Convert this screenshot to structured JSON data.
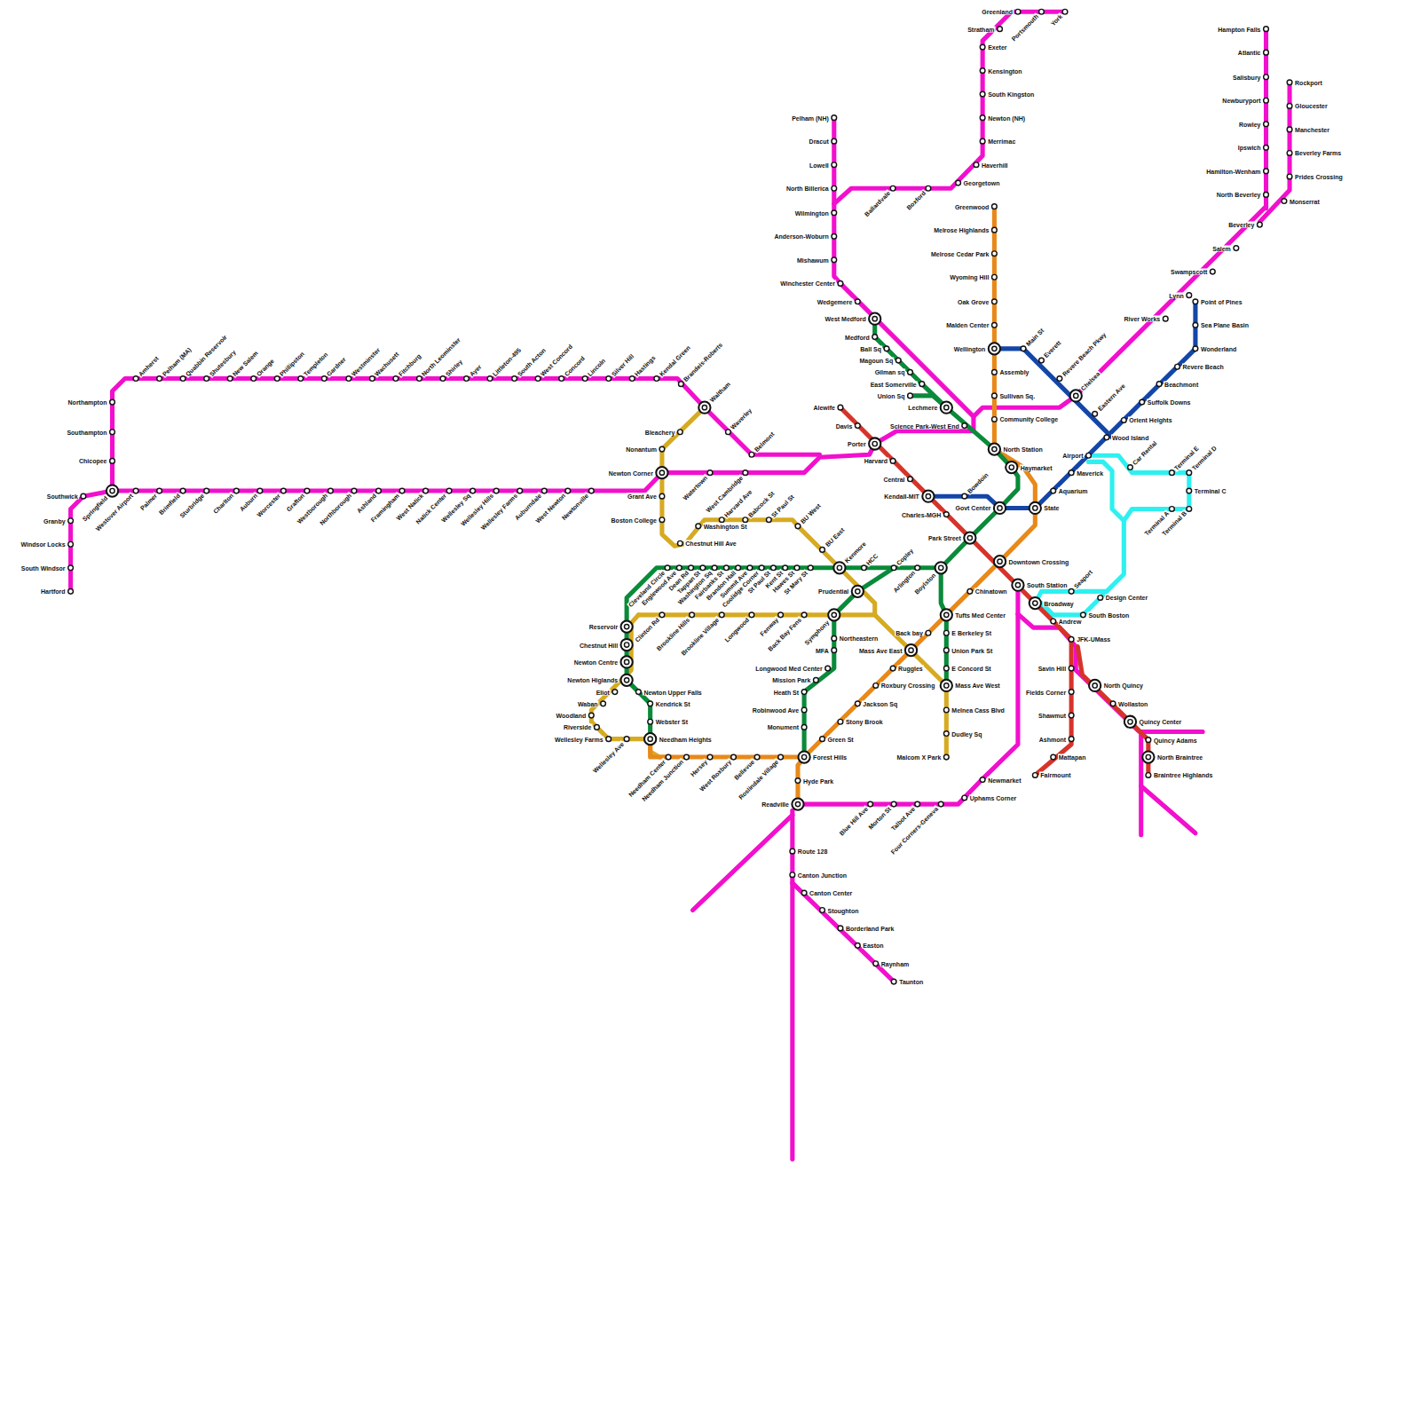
{
  "diagram": {
    "labels": [
      "Hartford",
      "South Windsor",
      "Windsor Locks",
      "Granby",
      "Southwick",
      "Northampton",
      "Southampton",
      "Chicopee",
      "Springfield",
      "Amherst",
      "Pelham (MA)",
      "Quabbin Reservoir",
      "Shutesbury",
      "New Salem",
      "Orange",
      "Phillipston",
      "Templeton",
      "Gardner",
      "Westminster",
      "Wachusett",
      "Fitchburg",
      "North Leominster",
      "Shirley",
      "Ayer",
      "Littleton-495",
      "South Acton",
      "West Concord",
      "Concord",
      "Lincoln",
      "Silver Hill",
      "Hastings",
      "Kendal Green",
      "Brandeis-Roberts",
      "Westover Airport",
      "Palmer",
      "Brimfield",
      "Sturbridge",
      "Charlton",
      "Auburn",
      "Worcester",
      "Grafton",
      "Westborough",
      "Northborough",
      "Ashland",
      "Framingham",
      "West Natick",
      "Natick Center",
      "Wellesley Sq",
      "Wellesley Hills",
      "Wellesley Farms",
      "Auburndale",
      "West Newton",
      "Newtonville",
      "Waltham",
      "Waverley",
      "Belmont",
      "Bleachery",
      "Nonantum",
      "Newton Corner",
      "Grant Ave",
      "Boston College",
      "Chestnut Hill Ave",
      "Watertown",
      "West Cambridge",
      "Washington St",
      "Harvard Ave",
      "Babcock St",
      "St Paul St",
      "BU West",
      "BU East",
      "Kenmore",
      "HCC",
      "Copley",
      "Arlington",
      "Boylston",
      "Cleveland Circle",
      "Englewood Ave",
      "Dean Rd",
      "Tappan St",
      "Washington Sq",
      "Fairbanks St",
      "Brandon Hall",
      "Summit Ave",
      "Coolidge Corner",
      "St Paul St",
      "Kent St",
      "Hawes St",
      "St Mary St",
      "Prudential",
      "Clinton Rd",
      "Brookline Hills",
      "Brookline Village",
      "Longwood",
      "Fenway",
      "Back Bay Fens",
      "Symphony",
      "Northeastern",
      "MFA",
      "Longwood Med Center",
      "Mission Park",
      "Heath St",
      "Robinwood Ave",
      "Monument",
      "Reservoir",
      "Chestnut Hill",
      "Newton Centre",
      "Newton Higlands",
      "Eliot",
      "Waban",
      "Woodland",
      "Riverside",
      "Wellesley Farms",
      "Wellesley Ave",
      "Newton Upper Falls",
      "Kendrick St",
      "Webster St",
      "Needham Heights",
      "Needham Center",
      "Needham Junction",
      "Hersey",
      "West Roxbury",
      "Bellevue",
      "Roslindale Village",
      "Forest Hills",
      "Hyde Park",
      "Readville",
      "Route 128",
      "Canton Junction",
      "Canton Center",
      "Stoughton",
      "Borderland Park",
      "Easton",
      "Raynham",
      "Taunton",
      "Blue Hill Ave",
      "Morton St",
      "Talbot Ave",
      "Four Corners-Geneva",
      "Uphams Corner",
      "Newmarket",
      "Green St",
      "Stony Brook",
      "Jackson Sq",
      "Roxbury Crossing",
      "Ruggles",
      "Mass Ave East",
      "Back bay",
      "Chinatown",
      "Tufts Med Center",
      "E Berkeley St",
      "Union Park St",
      "E Concord St",
      "Mass Ave West",
      "Melnea Cass Blvd",
      "Dudley Sq",
      "Malcom X Park",
      "Pelham (NH)",
      "Dracut",
      "Lowell",
      "North Billerica",
      "Wilmington",
      "Anderson-Woburn",
      "Mishawum",
      "Winchester Center",
      "Wedgemere",
      "West Medford",
      "Medford",
      "Ball Sq",
      "Magoun Sq",
      "Gilman sq",
      "East Somerville",
      "Union Sq",
      "Lechmere",
      "Science Park-West End",
      "Ballardvale",
      "Boxford",
      "Georgetown",
      "Haverhill",
      "Merrimac",
      "Newton (NH)",
      "South Kingston",
      "Kensington",
      "Exeter",
      "Stratham",
      "Greenland",
      "Portsmouth",
      "York",
      "Alewife",
      "Davis",
      "Porter",
      "Harvard",
      "Central",
      "Kendall-MIT",
      "Charles-MGH",
      "Park Street",
      "Bowdoin",
      "Govt Center",
      "State",
      "Downtown Crossing",
      "South Station",
      "Broadway",
      "Andrew",
      "JFK-UMass",
      "Savin Hill",
      "Fields Corner",
      "Shawmut",
      "Ashmont",
      "Mattapan",
      "Fairmount",
      "North Quincy",
      "Wollaston",
      "Quincy Center",
      "Quincy Adams",
      "North Braintree",
      "Braintree Highlands",
      "Greenwood",
      "Melrose Highlands",
      "Melrose Cedar Park",
      "Wyoming Hill",
      "Oak Grove",
      "Malden Center",
      "Wellington",
      "Assembly",
      "Sullivan Sq.",
      "Community College",
      "North Station",
      "Haymarket",
      "Main St",
      "Everett",
      "Revere Beach Pkwy",
      "Chelsea",
      "Eastern Ave",
      "Wood Island",
      "Orient Heights",
      "Suffolk Downs",
      "Beachmont",
      "Revere Beach",
      "Wonderland",
      "Sea Plane Basin",
      "Point of Pines",
      "Aquarium",
      "Maverick",
      "Airport",
      "Car Rental",
      "Terminal E",
      "Terminal D",
      "Terminal C",
      "Terminal A",
      "Terminal B",
      "Seaport",
      "Design Center",
      "South Boston",
      "River Works",
      "Lynn",
      "Swampscott",
      "Salem",
      "Beverley",
      "Monserrat",
      "Hampton Falls",
      "Atlantic",
      "Salisbury",
      "Newburyport",
      "Rowley",
      "Ipswich",
      "Hamilton-Wenham",
      "North Beverley",
      "Rockport",
      "Gloucester",
      "Manchester",
      "Beverley Farms",
      "Prides Crossing"
    ]
  }
}
